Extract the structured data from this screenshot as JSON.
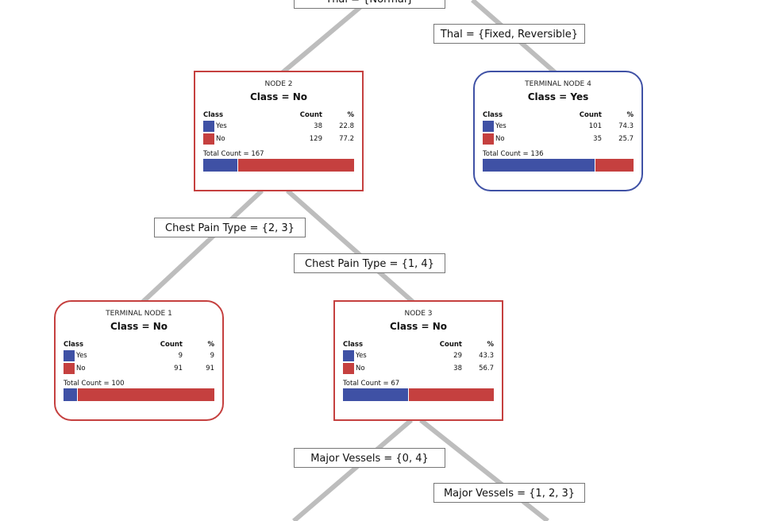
{
  "colors": {
    "yes": "#3f51a5",
    "no": "#c5403f",
    "edge": "#bdbdbd"
  },
  "splits": [
    {
      "id": "thal-normal",
      "text": "Thal = {Normal}"
    },
    {
      "id": "thal-fixed",
      "text": "Thal = {Fixed, Reversible}"
    },
    {
      "id": "cp-23",
      "text": "Chest Pain Type = {2, 3}"
    },
    {
      "id": "cp-14",
      "text": "Chest Pain Type = {1, 4}"
    },
    {
      "id": "mv-04",
      "text": "Major Vessels = {0, 4}"
    },
    {
      "id": "mv-123",
      "text": "Major Vessels = {1, 2, 3}"
    }
  ],
  "table_headers": {
    "class": "Class",
    "count": "Count",
    "pct": "%"
  },
  "nodes": [
    {
      "id": "node-2",
      "title": "NODE 2",
      "class_label": "Class = No",
      "terminal": false,
      "rows": [
        {
          "cls": "Yes",
          "count": "38",
          "pct": "22.8"
        },
        {
          "cls": "No",
          "count": "129",
          "pct": "77.2"
        }
      ],
      "total": "Total Count = 167",
      "yes_pct": 22.8
    },
    {
      "id": "terminal-node-4",
      "title": "TERMINAL NODE 4",
      "class_label": "Class = Yes",
      "terminal": true,
      "rows": [
        {
          "cls": "Yes",
          "count": "101",
          "pct": "74.3"
        },
        {
          "cls": "No",
          "count": "35",
          "pct": "25.7"
        }
      ],
      "total": "Total Count = 136",
      "yes_pct": 74.3
    },
    {
      "id": "terminal-node-1",
      "title": "TERMINAL NODE 1",
      "class_label": "Class = No",
      "terminal": true,
      "rows": [
        {
          "cls": "Yes",
          "count": "9",
          "pct": "9"
        },
        {
          "cls": "No",
          "count": "91",
          "pct": "91"
        }
      ],
      "total": "Total Count = 100",
      "yes_pct": 9
    },
    {
      "id": "node-3",
      "title": "NODE 3",
      "class_label": "Class = No",
      "terminal": false,
      "rows": [
        {
          "cls": "Yes",
          "count": "29",
          "pct": "43.3"
        },
        {
          "cls": "No",
          "count": "38",
          "pct": "56.7"
        }
      ],
      "total": "Total Count = 67",
      "yes_pct": 43.3
    }
  ]
}
